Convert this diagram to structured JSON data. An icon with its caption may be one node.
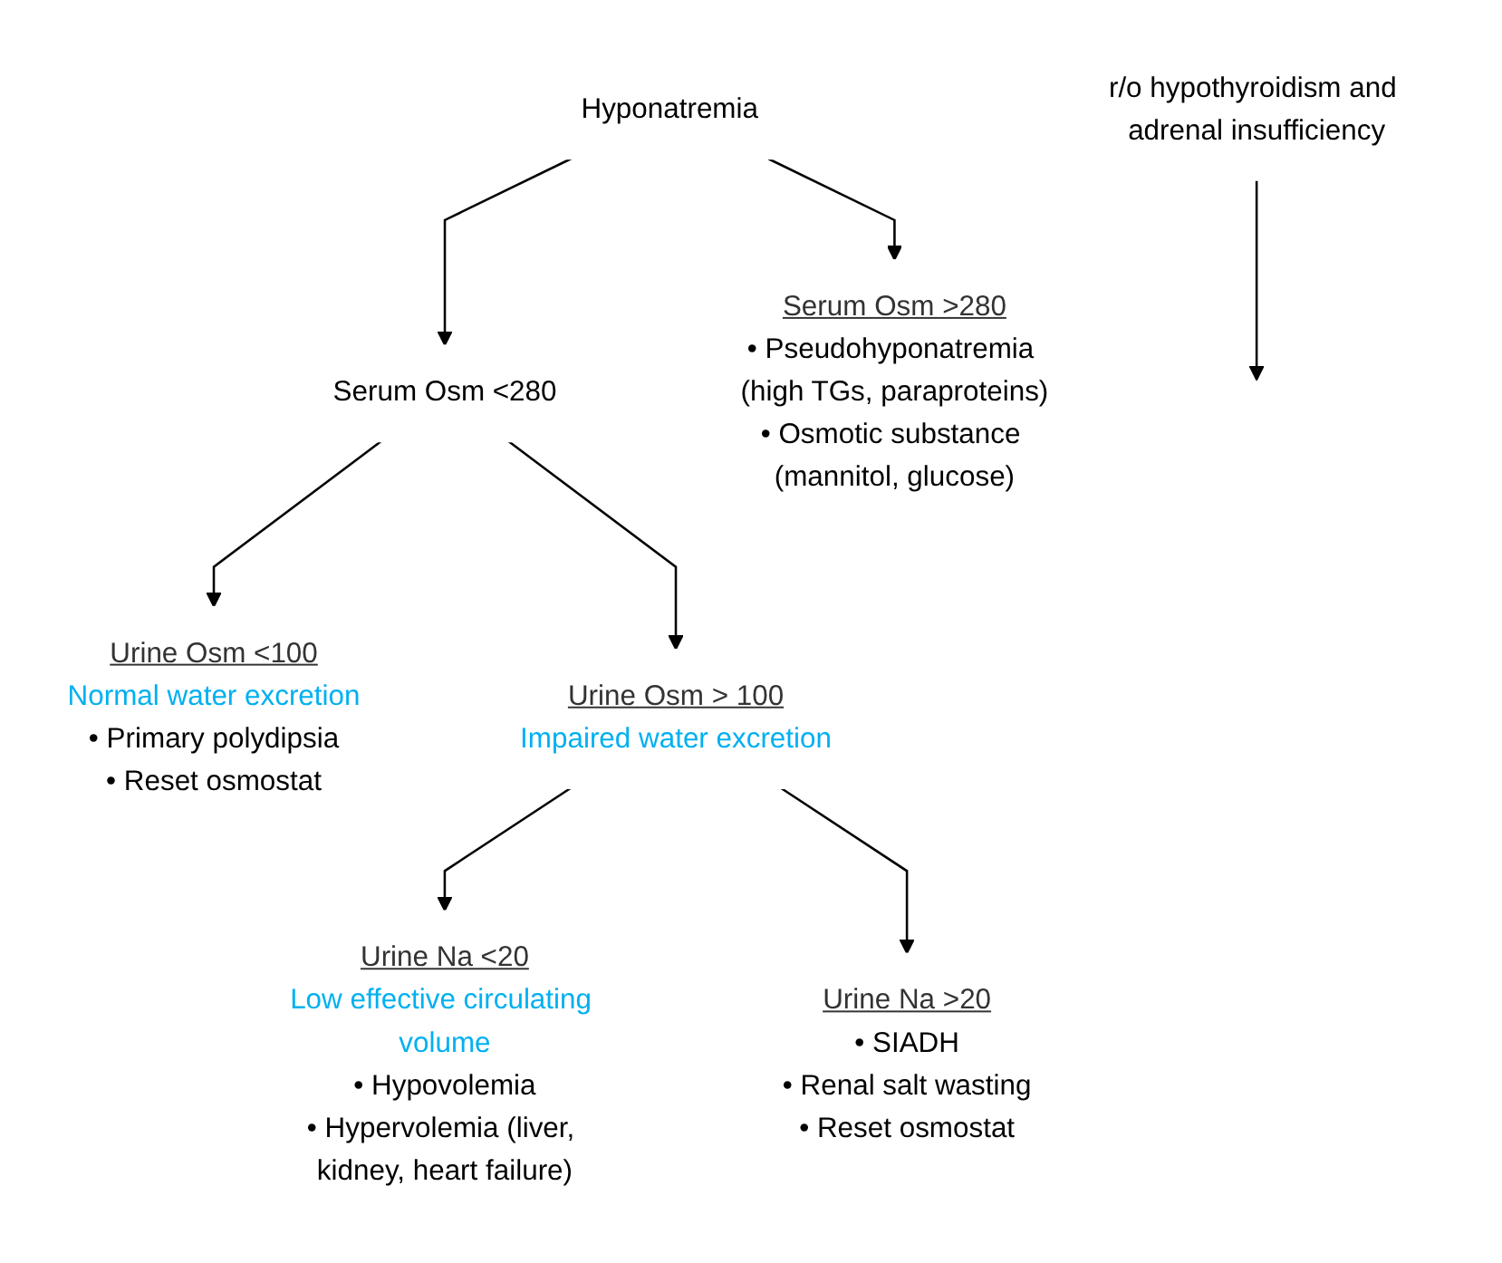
{
  "diagram": {
    "nodes": [
      {
        "text": [
          "Hyponatremia"
        ]
      },
      {
        "text": [
          "Serum Osm <280"
        ]
      },
      {
        "text": [
          "Serum Osm >280",
          "• Pseudohyponatremia (high TGs, paraproteins)",
          "• Osmotic substance (mannitol, glucose)"
        ]
      },
      {
        "text": [
          "Urine Osm <100",
          "Normal water excretion",
          "• Primary polydipsia",
          "• Reset osmostat"
        ]
      },
      {
        "text": [
          "Urine Osm > 100",
          "Impaired water excretion"
        ]
      },
      {
        "text": [
          "r/o hypothyroidism and adrenal insufficiency"
        ]
      },
      {
        "text": [
          "Urine Na <20",
          "Low effective circulating volume",
          "• Hypovolemia",
          "• Hypervolemia (liver, kidney, heart failure)"
        ]
      },
      {
        "text": [
          "Urine Na >20",
          "• SIADH",
          "• Renal salt wasting",
          "• Reset osmostat"
        ]
      }
    ],
    "edges": [
      {
        "from": 0,
        "to": 1,
        "arrow": "to"
      },
      {
        "from": 0,
        "to": 2,
        "arrow": "to"
      },
      {
        "from": 1,
        "to": 3,
        "arrow": "to"
      },
      {
        "from": 1,
        "to": 4,
        "arrow": "to"
      },
      {
        "from": 5,
        "to": null,
        "arrow": "to"
      },
      {
        "from": 4,
        "to": 6,
        "arrow": "to"
      },
      {
        "from": 4,
        "to": 7,
        "arrow": "to"
      }
    ]
  }
}
